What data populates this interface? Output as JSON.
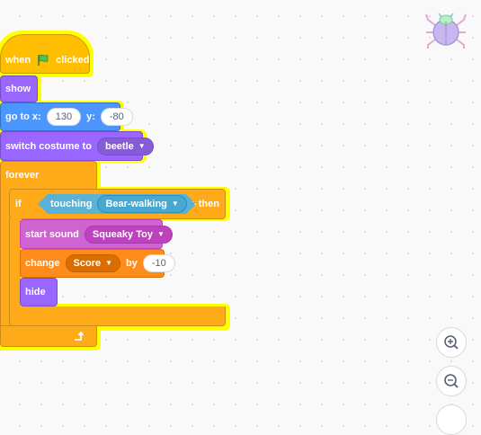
{
  "script": {
    "when_flag": {
      "prefix": "when",
      "suffix": "clicked",
      "flag_icon": "green-flag-icon"
    },
    "show": {
      "label": "show"
    },
    "goto": {
      "label": "go to x:",
      "x": "130",
      "y_label": "y:",
      "y": "-80"
    },
    "switch_costume": {
      "label": "switch costume to",
      "costume": "beetle"
    },
    "forever": {
      "label": "forever",
      "loop_icon": "loop-arrow-icon"
    },
    "if_block": {
      "if_label": "if",
      "then_label": "then"
    },
    "touching": {
      "label": "touching",
      "target": "Bear-walking",
      "q": "?"
    },
    "start_sound": {
      "label": "start sound",
      "sound": "Squeaky Toy"
    },
    "change_var": {
      "label": "change",
      "variable": "Score",
      "by_label": "by",
      "value": "-10"
    },
    "hide": {
      "label": "hide"
    }
  },
  "sprite_thumbnail": {
    "icon": "beetle-sprite-icon"
  },
  "zoom": {
    "zoom_in_icon": "zoom-in-icon",
    "zoom_out_icon": "zoom-out-icon",
    "reset_icon": "zoom-reset-icon"
  },
  "colors": {
    "events": "#ffbf00",
    "looks": "#9966ff",
    "motion": "#4c97ff",
    "control": "#ffab19",
    "sound": "#cf63cf",
    "variables": "#ff8c1a",
    "sensing": "#5cb1d6",
    "highlight": "#ffff00"
  }
}
